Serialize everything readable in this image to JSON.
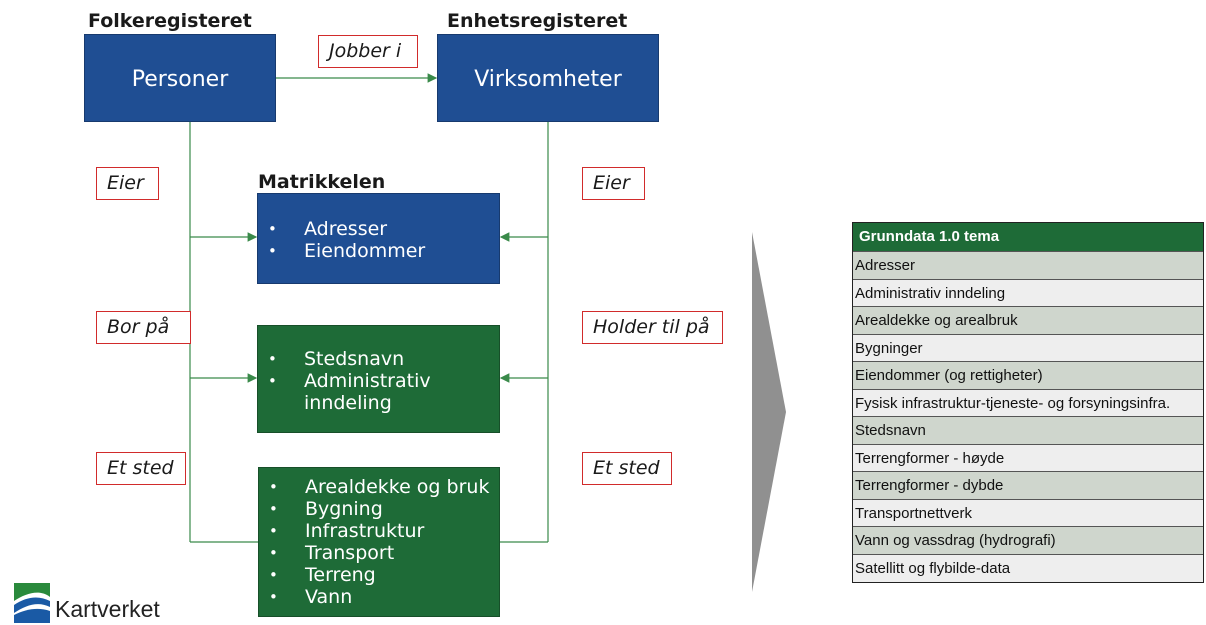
{
  "diagram": {
    "headings": {
      "folkeregisteret": "Folkeregisteret",
      "enhetsregisteret": "Enhetsregisteret",
      "matrikkelen": "Matrikkelen"
    },
    "boxes": {
      "personer": "Personer",
      "virksomheter": "Virksomheter",
      "matrikkel_items": [
        "Adresser",
        "Eiendommer"
      ],
      "stedsnavn_items": [
        "Stedsnavn",
        "Administrativ",
        "inndeling"
      ],
      "geodata_items": [
        "Arealdekke og bruk",
        "Bygning",
        "Infrastruktur",
        "Transport",
        "Terreng",
        "Vann"
      ]
    },
    "relations": {
      "jobber_i": "Jobber i",
      "eier_left": "Eier",
      "eier_right": "Eier",
      "bor_pa": "Bor på",
      "holder_til_pa": "Holder til på",
      "et_sted_left": "Et sted",
      "et_sted_right": "Et sted"
    },
    "bullet": "•",
    "colors": {
      "blue": "#1f4e93",
      "green": "#1e6b37",
      "relation_border": "#d12b2b",
      "line": "#3a8a4a"
    }
  },
  "table": {
    "header": "Grunndata 1.0 tema",
    "rows": [
      "Adresser",
      "Administrativ inndeling",
      "Arealdekke og arealbruk",
      "Bygninger",
      "Eiendommer (og rettigheter)",
      "Fysisk infrastruktur-tjeneste- og forsyningsinfra.",
      "Stedsnavn",
      "Terrengformer - høyde",
      "Terrengformer - dybde",
      "Transportnettverk",
      "Vann og vassdrag (hydrografi)",
      "Satellitt og flybilde-data"
    ]
  },
  "logo": {
    "text": "Kartverket",
    "icon": "kartverket-logo-icon"
  }
}
